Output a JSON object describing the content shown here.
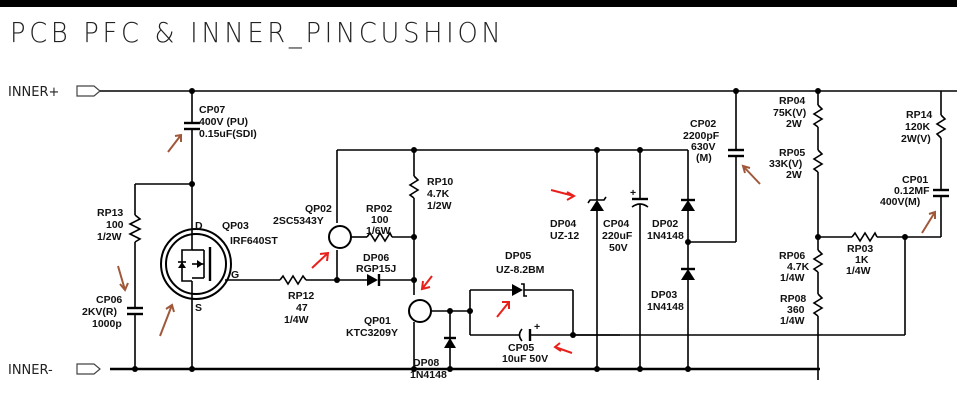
{
  "title": "PCB PFC & INNER_PINCUSHION",
  "ports": {
    "inner_plus": "INNER+",
    "inner_minus": "INNER-"
  },
  "colors": {
    "wire": "#000000",
    "highlight_red": "#e8211c",
    "highlight_brown": "#a0583a"
  },
  "components": {
    "CP07": {
      "ref": "CP07",
      "v1": "400V (PU)",
      "v2": "0.15uF(SDI)"
    },
    "RP13": {
      "ref": "RP13",
      "v1": "100",
      "v2": "1/2W"
    },
    "CP06": {
      "ref": "CP06",
      "v1": "2KV(R)",
      "v2": "1000p"
    },
    "QP03": {
      "ref": "QP03",
      "v1": "IRF640ST",
      "pin_d": "D",
      "pin_g": "G",
      "pin_s": "S"
    },
    "RP12": {
      "ref": "RP12",
      "v1": "47",
      "v2": "1/4W"
    },
    "QP02": {
      "ref": "QP02",
      "v1": "2SC5343Y"
    },
    "RP02": {
      "ref": "RP02",
      "v1": "100",
      "v2": "1/6W"
    },
    "RP10": {
      "ref": "RP10",
      "v1": "4.7K",
      "v2": "1/2W"
    },
    "DP06": {
      "ref": "DP06",
      "v1": "RGP15J"
    },
    "QP01": {
      "ref": "QP01",
      "v1": "KTC3209Y"
    },
    "DP08": {
      "ref": "DP08",
      "v1": "1N4148"
    },
    "DP05": {
      "ref": "DP05",
      "v1": "UZ-8.2BM"
    },
    "CP05": {
      "ref": "CP05",
      "v1": "10uF  50V",
      "polarity": "+"
    },
    "DP04": {
      "ref": "DP04",
      "v1": "UZ-12"
    },
    "CP04": {
      "ref": "CP04",
      "v1": "220uF",
      "v2": "50V",
      "polarity": "+"
    },
    "DP02": {
      "ref": "DP02",
      "v1": "1N4148"
    },
    "DP03": {
      "ref": "DP03",
      "v1": "1N4148"
    },
    "CP02": {
      "ref": "CP02",
      "v1": "2200pF",
      "v2": "630V",
      "v3": "(M)"
    },
    "RP04": {
      "ref": "RP04",
      "v1": "75K(V)",
      "v2": "2W"
    },
    "RP05": {
      "ref": "RP05",
      "v1": "33K(V)",
      "v2": "2W"
    },
    "RP06": {
      "ref": "RP06",
      "v1": "4.7K",
      "v2": "1/4W"
    },
    "RP08": {
      "ref": "RP08",
      "v1": "360",
      "v2": "1/4W"
    },
    "RP03": {
      "ref": "RP03",
      "v1": "1K",
      "v2": "1/4W"
    },
    "RP14": {
      "ref": "RP14",
      "v1": "120K",
      "v2": "2W(V)"
    },
    "CP01": {
      "ref": "CP01",
      "v1": "0.12MF",
      "v2": "400V(M)"
    }
  },
  "annotations": {
    "red_arrows": [
      "QP02",
      "QP01",
      "DP05",
      "CP05",
      "DP04"
    ],
    "brown_arrows": [
      "CP07",
      "CP06",
      "QP03",
      "CP02",
      "CP01"
    ]
  }
}
